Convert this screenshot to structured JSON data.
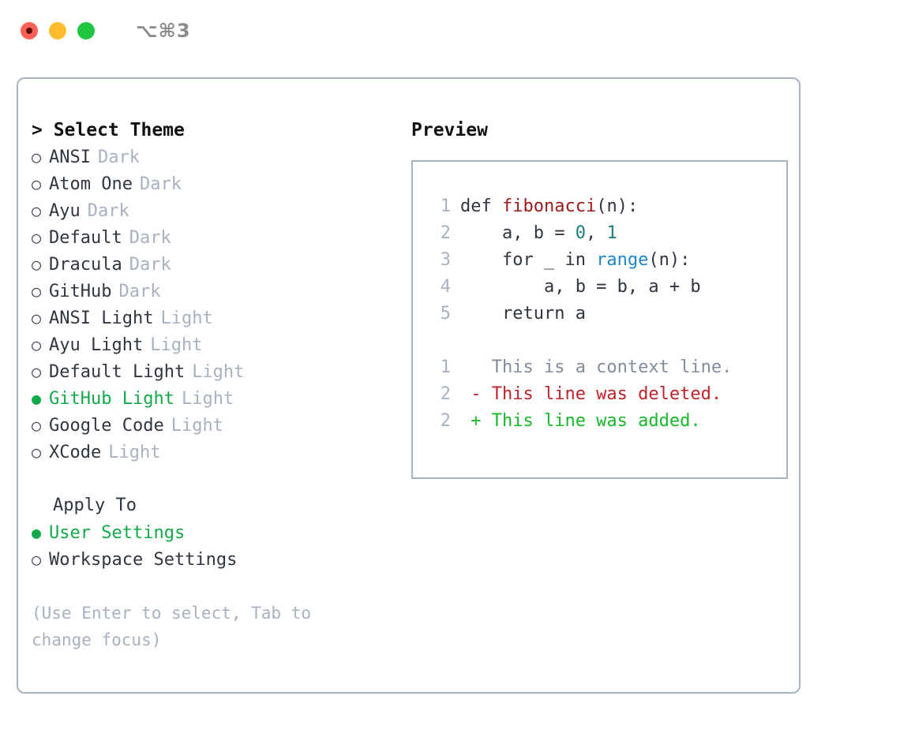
{
  "titlebar": {
    "shortcut": "⌥⌘3",
    "lights": [
      {
        "name": "close",
        "color": "#ff6057"
      },
      {
        "name": "minimize",
        "color": "#ffbd2e"
      },
      {
        "name": "maximize",
        "color": "#20c540"
      }
    ]
  },
  "theme_picker": {
    "heading": "> Select Theme",
    "selected_theme": "GitHub Light",
    "bullet_selected": "●",
    "bullet_unselected": "○",
    "accent_color": "#13a84a",
    "items": [
      {
        "name": "ANSI",
        "variant": "Dark",
        "selected": false
      },
      {
        "name": "Atom One",
        "variant": "Dark",
        "selected": false
      },
      {
        "name": "Ayu",
        "variant": "Dark",
        "selected": false
      },
      {
        "name": "Default",
        "variant": "Dark",
        "selected": false
      },
      {
        "name": "Dracula",
        "variant": "Dark",
        "selected": false
      },
      {
        "name": "GitHub",
        "variant": "Dark",
        "selected": false
      },
      {
        "name": "ANSI Light",
        "variant": "Light",
        "selected": false
      },
      {
        "name": "Ayu Light",
        "variant": "Light",
        "selected": false
      },
      {
        "name": "Default Light",
        "variant": "Light",
        "selected": false
      },
      {
        "name": "GitHub Light",
        "variant": "Light",
        "selected": true
      },
      {
        "name": "Google Code",
        "variant": "Light",
        "selected": false
      },
      {
        "name": "XCode",
        "variant": "Light",
        "selected": false
      }
    ]
  },
  "apply_to": {
    "heading": "Apply To",
    "selected": "User Settings",
    "items": [
      {
        "label": "User Settings",
        "selected": true
      },
      {
        "label": "Workspace Settings",
        "selected": false
      }
    ]
  },
  "hint": "(Use Enter to select, Tab to change focus)",
  "preview": {
    "heading": "Preview",
    "code_lines": [
      {
        "lineno": "1",
        "tokens": [
          {
            "text": "def ",
            "type": "plain"
          },
          {
            "text": "fibonacci",
            "type": "fn"
          },
          {
            "text": "(n):",
            "type": "plain"
          }
        ]
      },
      {
        "lineno": "2",
        "tokens": [
          {
            "text": "    a, b = ",
            "type": "plain"
          },
          {
            "text": "0",
            "type": "num"
          },
          {
            "text": ", ",
            "type": "plain"
          },
          {
            "text": "1",
            "type": "num"
          }
        ]
      },
      {
        "lineno": "3",
        "tokens": [
          {
            "text": "    for _ in ",
            "type": "plain"
          },
          {
            "text": "range",
            "type": "call"
          },
          {
            "text": "(n):",
            "type": "plain"
          }
        ]
      },
      {
        "lineno": "4",
        "tokens": [
          {
            "text": "        a, b = b, a + b",
            "type": "plain"
          }
        ]
      },
      {
        "lineno": "5",
        "tokens": [
          {
            "text": "    return a",
            "type": "plain"
          }
        ]
      }
    ],
    "diff_lines": [
      {
        "lineno": "1",
        "tokens": [
          {
            "text": "   This is a context line.",
            "type": "ctx"
          }
        ]
      },
      {
        "lineno": "2",
        "tokens": [
          {
            "text": " - This line was deleted.",
            "type": "del"
          }
        ]
      },
      {
        "lineno": "2",
        "tokens": [
          {
            "text": " + This line was added.",
            "type": "add"
          }
        ]
      }
    ],
    "syntax_colors": {
      "function": "#9c1a1a",
      "number": "#17807f",
      "builtin": "#1f86c4",
      "plain": "#2f3640",
      "context": "#828c9c",
      "deleted": "#c0232b",
      "added": "#16b82a",
      "lineno": "#a7b1c0"
    }
  }
}
